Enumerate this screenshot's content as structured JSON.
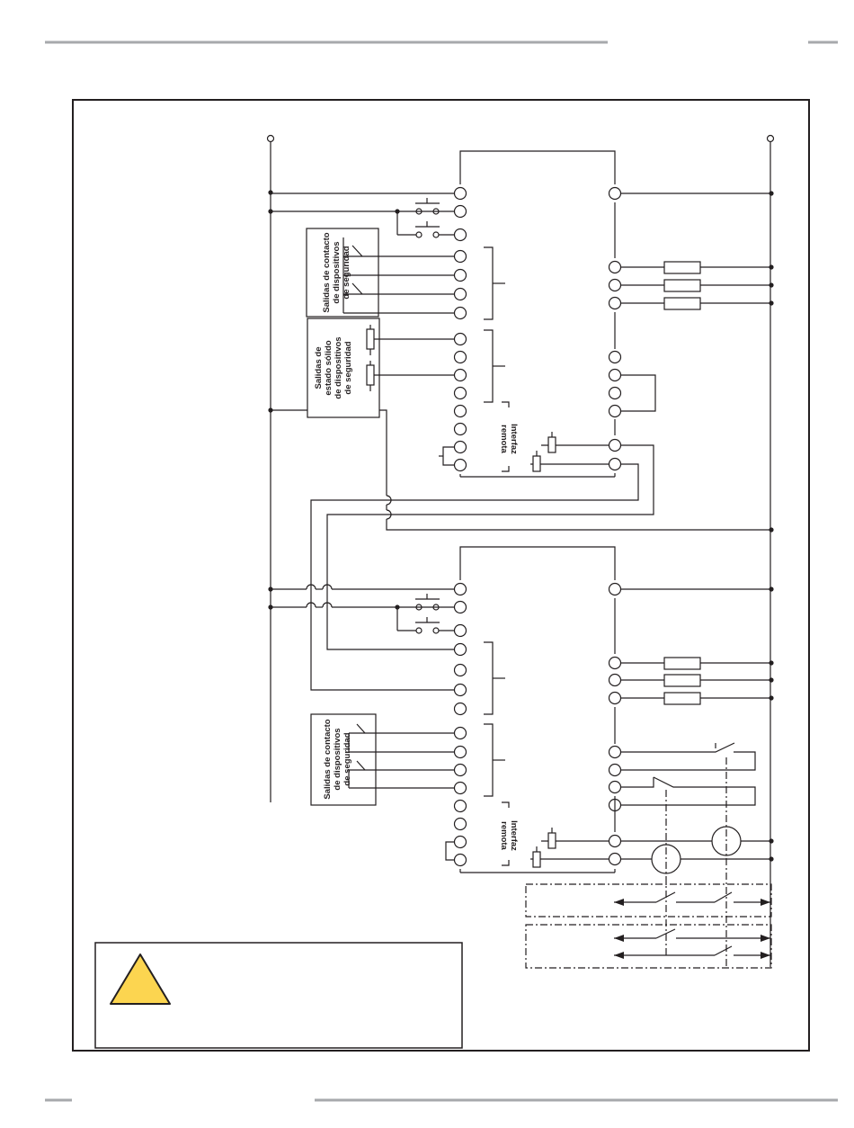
{
  "colors": {
    "line": "#231f20",
    "page_rule": "#a7a9ac",
    "warning_fill": "#fcd550"
  },
  "labels": {
    "contact_outputs_1": [
      "Salidas de contacto",
      "de dispositivos",
      "de seguridad"
    ],
    "solid_state_outputs": [
      "Salidas de",
      "estado sólido",
      "de dispositivos",
      "de seguridad"
    ],
    "contact_outputs_2": [
      "Salidas de contacto",
      "de dispositivos",
      "de seguridad"
    ],
    "remote_interface_1": [
      "Interfaz",
      "remota"
    ],
    "remote_interface_2": [
      "Interfaz",
      "remota"
    ]
  },
  "icons": {
    "warning": "warning-triangle-icon"
  }
}
